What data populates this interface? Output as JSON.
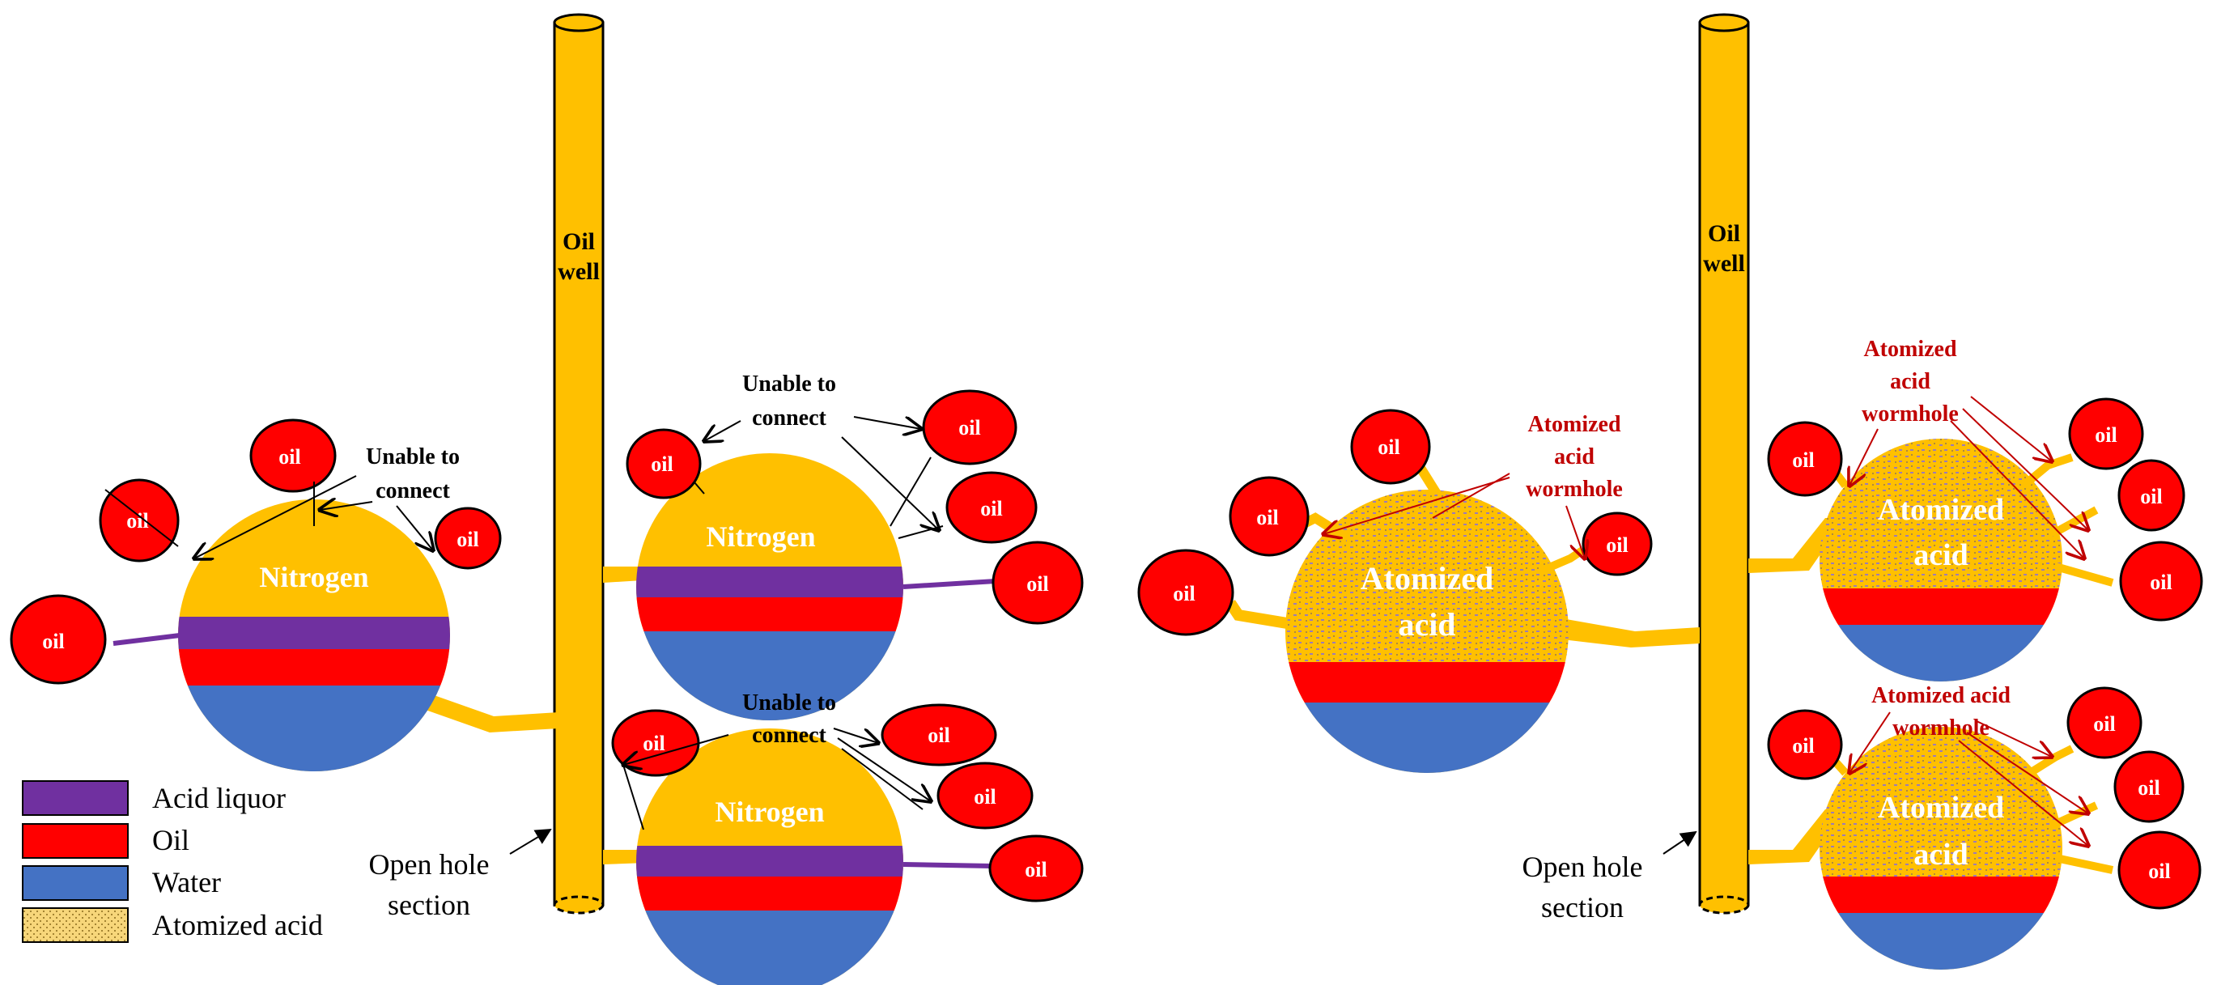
{
  "colors": {
    "gold": "#FFC000",
    "gold_dark": "#C99700",
    "oil_red": "#FF0000",
    "acid_purple": "#7030A0",
    "water_blue": "#4472C4",
    "callout_red": "#C00000",
    "text_black": "#000000",
    "text_white": "#FFFFFF"
  },
  "left_panel": {
    "well_label_line1": "Oil",
    "well_label_line2": "well",
    "open_hole_line1": "Open hole",
    "open_hole_line2": "section",
    "vugs": [
      {
        "label": "Nitrogen",
        "callout_line1": "Unable to",
        "callout_line2": "connect",
        "oil_labels": [
          "oil",
          "oil",
          "oil",
          "oil"
        ]
      },
      {
        "label": "Nitrogen",
        "callout_line1": "Unable to",
        "callout_line2": "connect",
        "oil_labels": [
          "oil",
          "oil",
          "oil",
          "oil"
        ]
      },
      {
        "label": "Nitrogen",
        "callout_line1": "Unable to",
        "callout_line2": "connect",
        "oil_labels": [
          "oil",
          "oil",
          "oil",
          "oil"
        ]
      }
    ]
  },
  "right_panel": {
    "well_label_line1": "Oil",
    "well_label_line2": "well",
    "open_hole_line1": "Open hole",
    "open_hole_line2": "section",
    "vugs": [
      {
        "label_line1": "Atomized",
        "label_line2": "acid",
        "callout_line1": "Atomized",
        "callout_line2": "acid",
        "callout_line3": "wormhole",
        "oil_labels": [
          "oil",
          "oil",
          "oil",
          "oil"
        ]
      },
      {
        "label_line1": "Atomized",
        "label_line2": "acid",
        "callout_line1": "Atomized",
        "callout_line2": "acid",
        "callout_line3": "wormhole",
        "oil_labels": [
          "oil",
          "oil",
          "oil",
          "oil"
        ]
      },
      {
        "label_line1": "Atomized",
        "label_line2": "acid",
        "callout_line1": "Atomized acid",
        "callout_line2": "wormhole",
        "oil_labels": [
          "oil",
          "oil",
          "oil",
          "oil"
        ]
      }
    ]
  },
  "legend": {
    "items": [
      {
        "label": "Acid liquor",
        "swatch": "acid_purple"
      },
      {
        "label": "Oil",
        "swatch": "oil_red"
      },
      {
        "label": "Water",
        "swatch": "water_blue"
      },
      {
        "label": "Atomized acid",
        "swatch": "gold"
      }
    ]
  }
}
